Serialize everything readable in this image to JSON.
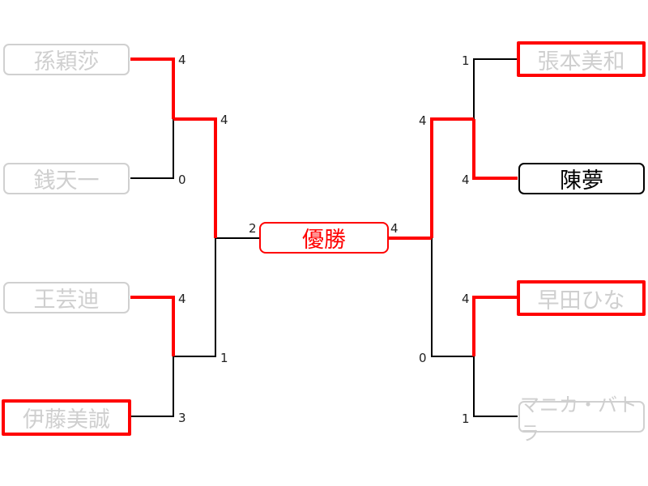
{
  "title": "優勝",
  "colors": {
    "win": "#ff0000",
    "line": "#000000",
    "muted": "#cfcfcf"
  },
  "players": {
    "left": [
      {
        "name": "孫穎莎",
        "style": "loser"
      },
      {
        "name": "銭天一",
        "style": "loser"
      },
      {
        "name": "王芸迪",
        "style": "loser"
      },
      {
        "name": "伊藤美誠",
        "style": "highlight"
      }
    ],
    "right": [
      {
        "name": "張本美和",
        "style": "highlight"
      },
      {
        "name": "陳夢",
        "style": "alive"
      },
      {
        "name": "早田ひな",
        "style": "highlight"
      },
      {
        "name": "マニカ・バトラ",
        "style": "loser"
      }
    ]
  },
  "scores": {
    "left_r1": [
      "4",
      "0",
      "4",
      "3"
    ],
    "left_r2": [
      "4",
      "1"
    ],
    "left_final": "2",
    "right_r1": [
      "1",
      "4",
      "4",
      "1"
    ],
    "right_r2": [
      "4",
      "0"
    ],
    "right_final": "4"
  },
  "winners": {
    "left_r1": [
      0,
      2
    ],
    "left_r2": 0,
    "right_r1": [
      1,
      0
    ],
    "right_r2": 0,
    "final": "right"
  }
}
